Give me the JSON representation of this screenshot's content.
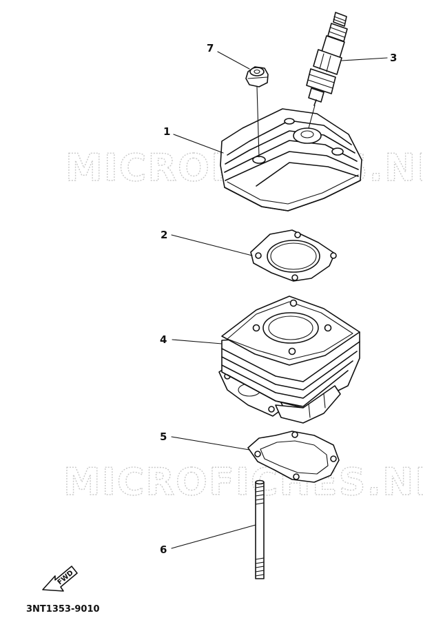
{
  "watermarks": [
    "MICROFICHES.NET",
    "MICROFICHES.NET"
  ],
  "callouts": [
    {
      "id": "cylinder-head",
      "label": "1"
    },
    {
      "id": "head-gasket",
      "label": "2"
    },
    {
      "id": "spark-plug",
      "label": "3"
    },
    {
      "id": "cylinder",
      "label": "4"
    },
    {
      "id": "base-gasket",
      "label": "5"
    },
    {
      "id": "stud-bolt",
      "label": "6"
    },
    {
      "id": "nut",
      "label": "7"
    }
  ],
  "fwd_label": "FWD",
  "diagram_code": "3NT1353-9010",
  "icons": {
    "direction": "fwd-arrow-icon"
  }
}
